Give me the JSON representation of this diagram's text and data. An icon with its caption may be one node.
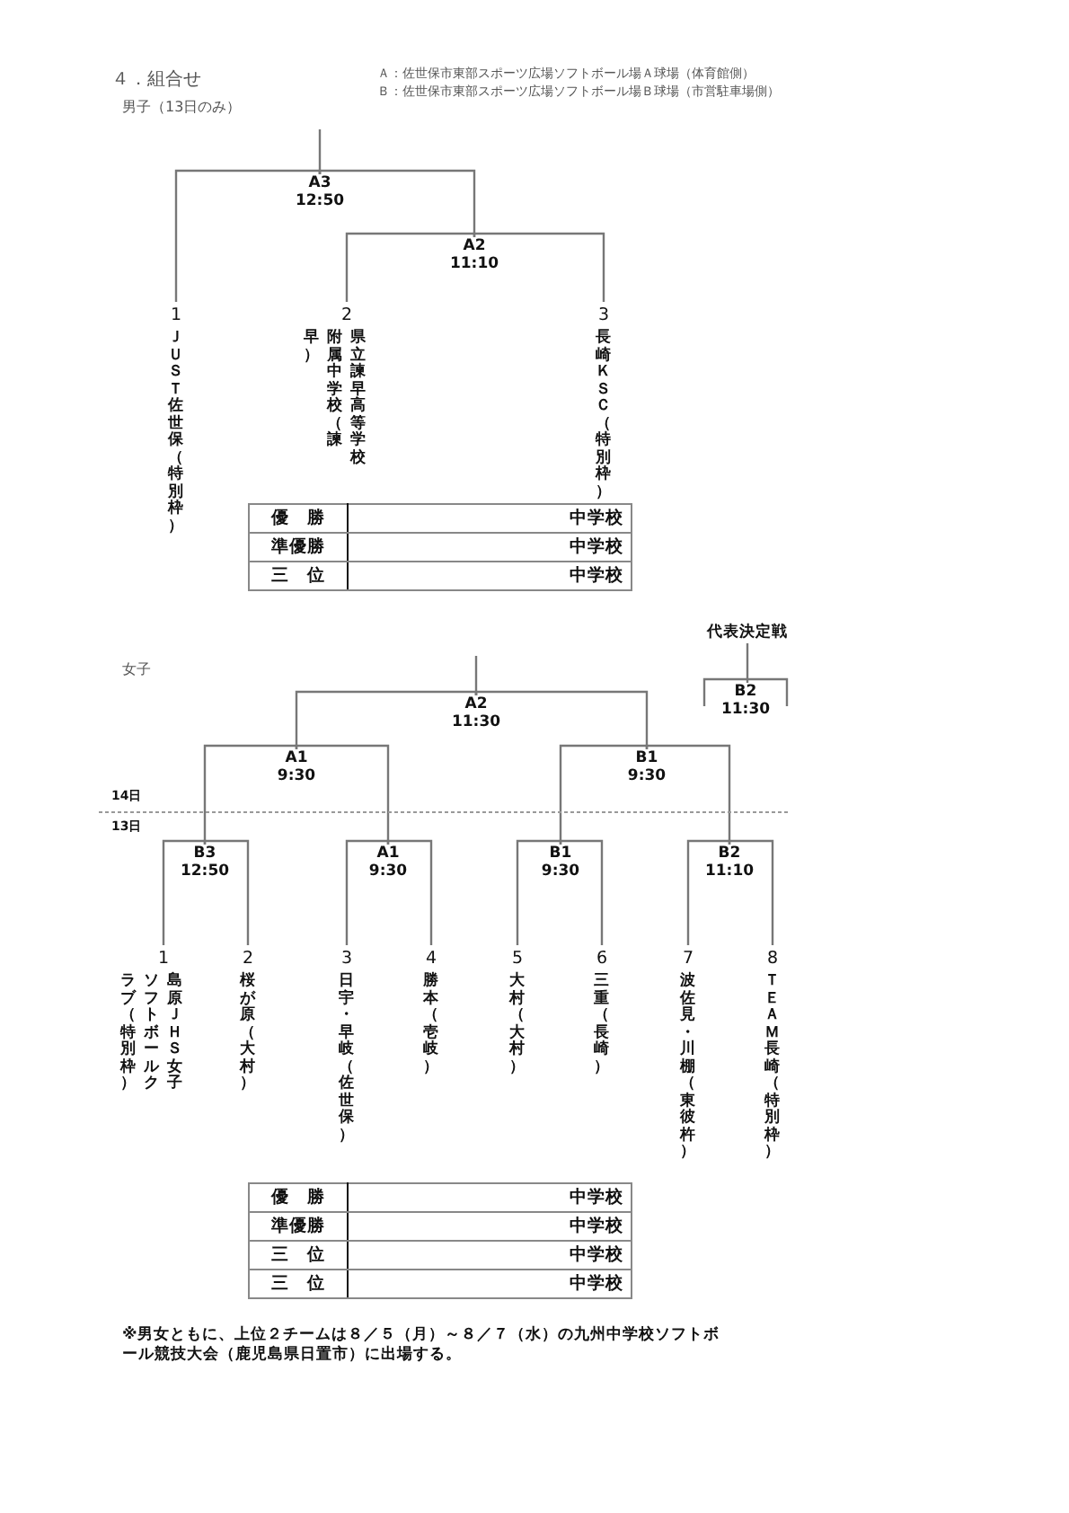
{
  "diagram": {
    "title": "４．組合せ",
    "nodes": [
      {
        "text": [
          "A3",
          "12:50"
        ]
      },
      {
        "text": [
          "A2",
          "11:10"
        ]
      },
      {
        "text": [
          "1",
          "ＪＵＳＴ佐世保（特別枠）"
        ]
      },
      {
        "text": [
          "2",
          "県立諫早高等学校附属中学校（諫早）"
        ]
      },
      {
        "text": [
          "3",
          "長崎ＫＳＣ（特別枠）"
        ]
      },
      {
        "text": [
          "A2",
          "11:30"
        ]
      },
      {
        "text": [
          "A1",
          "9:30"
        ]
      },
      {
        "text": [
          "B1",
          "9:30"
        ]
      },
      {
        "text": [
          "B3",
          "12:50"
        ]
      },
      {
        "text": [
          "A1",
          "9:30"
        ]
      },
      {
        "text": [
          "B1",
          "9:30"
        ]
      },
      {
        "text": [
          "B2",
          "11:10"
        ]
      },
      {
        "text": [
          "1",
          "島原ＪＨＳ女子ソフトボールクラブ（特別枠）"
        ]
      },
      {
        "text": [
          "2",
          "桜が原（大村）"
        ]
      },
      {
        "text": [
          "3",
          "日宇・早岐（佐世保）"
        ]
      },
      {
        "text": [
          "4",
          "勝本（壱岐）"
        ]
      },
      {
        "text": [
          "5",
          "大村（大村）"
        ]
      },
      {
        "text": [
          "6",
          "三重（長崎）"
        ]
      },
      {
        "text": [
          "7",
          "波佐見・川棚（東彼杵）"
        ]
      },
      {
        "text": [
          "8",
          "ＴＥＡＭ長崎（特別枠）"
        ]
      },
      {
        "text": [
          "代表決定戦"
        ]
      },
      {
        "text": [
          "B2",
          "11:30"
        ]
      }
    ],
    "edges": [
      {
        "from": null,
        "to": 0,
        "arrow": "none"
      },
      {
        "from": 2,
        "to": 0,
        "arrow": "none"
      },
      {
        "from": 1,
        "to": 0,
        "arrow": "none"
      },
      {
        "from": 3,
        "to": 1,
        "arrow": "none"
      },
      {
        "from": 4,
        "to": 1,
        "arrow": "none"
      },
      {
        "from": null,
        "to": 5,
        "arrow": "none"
      },
      {
        "from": 6,
        "to": 5,
        "arrow": "none"
      },
      {
        "from": 7,
        "to": 5,
        "arrow": "none"
      },
      {
        "from": 8,
        "to": 6,
        "arrow": "none"
      },
      {
        "from": 9,
        "to": 6,
        "arrow": "none"
      },
      {
        "from": 10,
        "to": 7,
        "arrow": "none"
      },
      {
        "from": 11,
        "to": 7,
        "arrow": "none"
      },
      {
        "from": 12,
        "to": 8,
        "arrow": "none"
      },
      {
        "from": 13,
        "to": 8,
        "arrow": "none"
      },
      {
        "from": 14,
        "to": 9,
        "arrow": "none"
      },
      {
        "from": 15,
        "to": 9,
        "arrow": "none"
      },
      {
        "from": 16,
        "to": 10,
        "arrow": "none"
      },
      {
        "from": 17,
        "to": 10,
        "arrow": "none"
      },
      {
        "from": 18,
        "to": 11,
        "arrow": "none"
      },
      {
        "from": 19,
        "to": 11,
        "arrow": "none"
      },
      {
        "from": 20,
        "to": 21,
        "arrow": "none"
      }
    ],
    "labels": [
      "Ａ：佐世保市東部スポーツ広場ソフトボール場Ａ球場（体育館側）",
      "Ｂ：佐世保市東部スポーツ広場ソフトボール場Ｂ球場（市営駐車場側）",
      "男子（13日のみ）",
      "優　勝",
      "中学校",
      "準優勝",
      "中学校",
      "三　位",
      "中学校",
      "女子",
      "14日",
      "13日",
      "優　勝",
      "中学校",
      "準優勝",
      "中学校",
      "三　位",
      "中学校",
      "三　位",
      "中学校",
      "※男女ともに、上位２チームは８／５（月）～８／７（水）の九州中学校ソフトボール競技大会（鹿児島県日置市）に出場する。"
    ]
  }
}
